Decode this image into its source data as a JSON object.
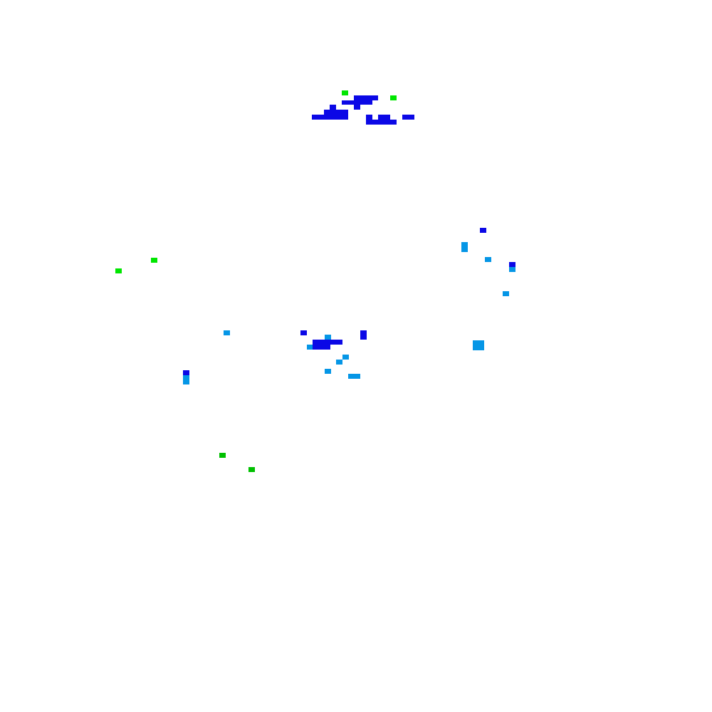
{
  "palette": {
    "background": "#ffffff",
    "dark_blue": "#0b08e6",
    "light_blue": "#0596e6",
    "bright_green": "#00e600",
    "green": "#00c000"
  },
  "pixel_groups": [
    {
      "name": "top-blue-cluster",
      "color_key": "dark_blue"
    },
    {
      "name": "top-green-marks",
      "color_key": "bright_green"
    },
    {
      "name": "right-scatter-dark",
      "color_key": "dark_blue"
    },
    {
      "name": "right-scatter-light",
      "color_key": "light_blue"
    },
    {
      "name": "left-green-marks",
      "color_key": "bright_green"
    },
    {
      "name": "center-blue-cluster",
      "color_key": "dark_blue"
    },
    {
      "name": "center-light-marks",
      "color_key": "light_blue"
    },
    {
      "name": "bottom-green-marks",
      "color_key": "green"
    }
  ]
}
